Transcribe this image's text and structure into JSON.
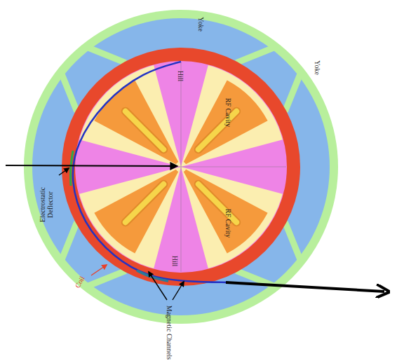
{
  "diagram": {
    "labels": [
      "Yoke",
      "Yoke",
      "Hill",
      "RF Cavity",
      "Electrostatic Deflector",
      "Hill",
      "RF Cavity",
      "Coil",
      "Magnetic Channels"
    ]
  }
}
